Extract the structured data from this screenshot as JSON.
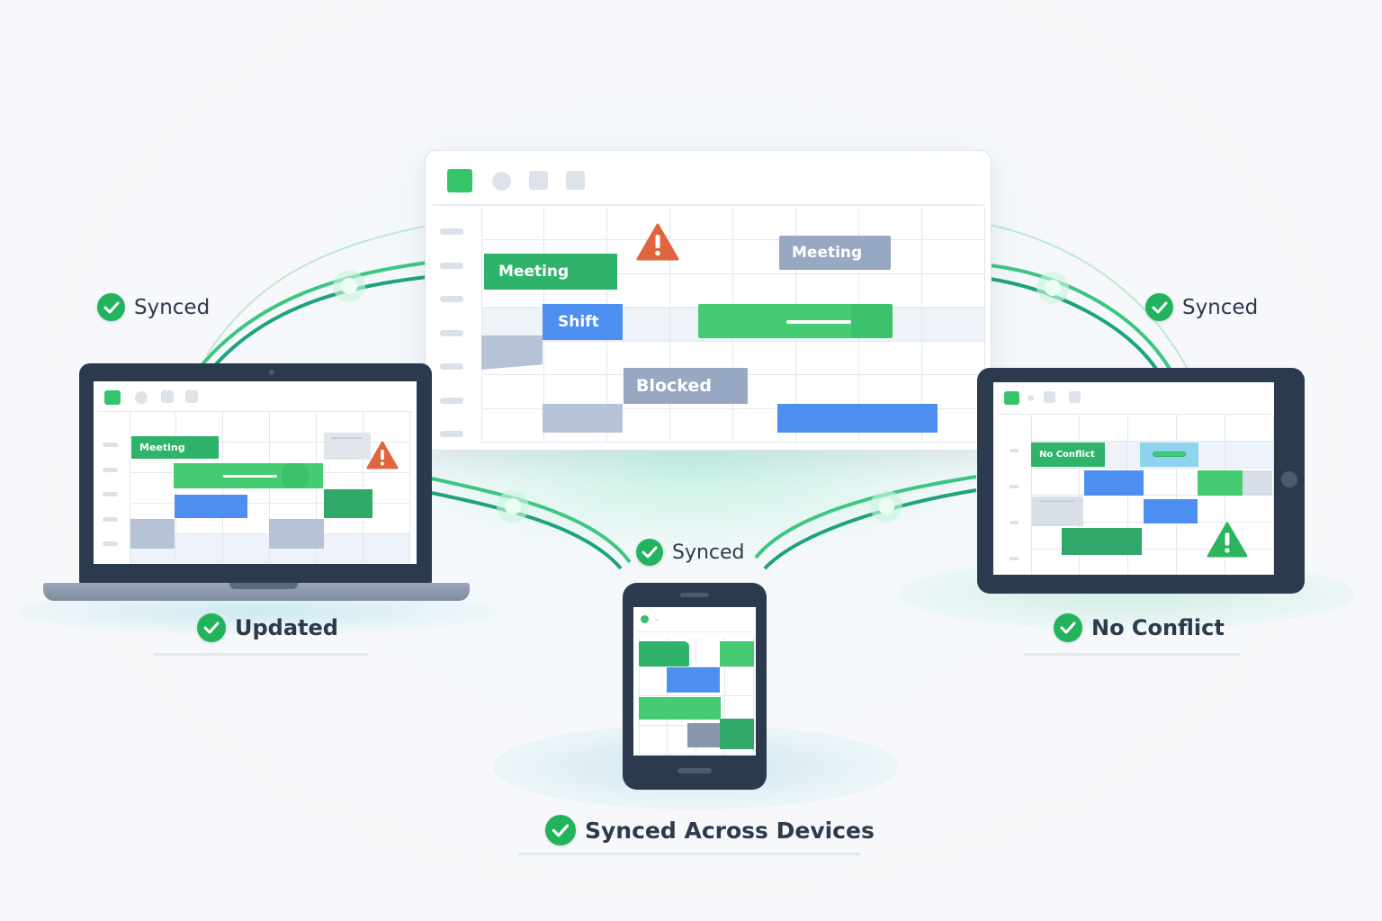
{
  "labels": {
    "synced_left": "Synced",
    "synced_right": "Synced",
    "synced_center": "Synced",
    "updated": "Updated",
    "no_conflict": "No Conflict",
    "synced_across": "Synced Across Devices"
  },
  "main_window": {
    "events": {
      "meeting_1": "Meeting",
      "meeting_2": "Meeting",
      "shift": "Shift",
      "blocked": "Blocked"
    }
  },
  "laptop": {
    "events": {
      "meeting": "Meeting"
    }
  },
  "tablet": {
    "events": {
      "no_conflict": "No Conflict"
    }
  },
  "colors": {
    "green": "#2fb36b",
    "green_bright": "#45cc72",
    "blue": "#4d8ff0",
    "slate": "#97a8c2",
    "warning_orange": "#e0653f",
    "warning_green": "#2db55d",
    "device_dark": "#2c3a4e"
  },
  "icons": [
    "check-icon",
    "warning-icon",
    "sync-node-icon"
  ]
}
